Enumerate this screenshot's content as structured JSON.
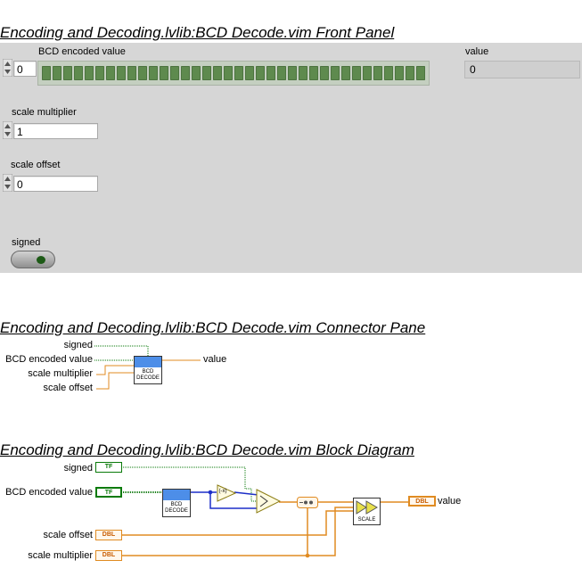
{
  "front_panel": {
    "title": "Encoding and Decoding.lvlib:BCD Decode.vim Front Panel",
    "bcd_label": "BCD encoded value",
    "bcd_index": "0",
    "value_label": "value",
    "value_display": "0",
    "scale_multiplier_label": "scale multiplier",
    "scale_multiplier_value": "1",
    "scale_offset_label": "scale offset",
    "scale_offset_value": "0",
    "signed_label": "signed"
  },
  "connector_pane": {
    "title": "Encoding and Decoding.lvlib:BCD Decode.vim Connector Pane",
    "inputs": [
      "signed",
      "BCD encoded value",
      "scale multiplier",
      "scale offset"
    ],
    "output": "value",
    "icon_text": [
      "BCD",
      "DECODE"
    ]
  },
  "block_diagram": {
    "title": "Encoding and Decoding.lvlib:BCD Decode.vim Block Diagram",
    "signed_label": "signed",
    "bcd_label": "BCD encoded value",
    "scale_offset_label": "scale offset",
    "scale_multiplier_label": "scale multiplier",
    "value_label": "value",
    "tf_text": "TF",
    "dbl_text": "DBL",
    "negate_symbol": "(-x)",
    "scale_text": "SCALE",
    "icon_text": [
      "BCD",
      "DECODE"
    ]
  }
}
